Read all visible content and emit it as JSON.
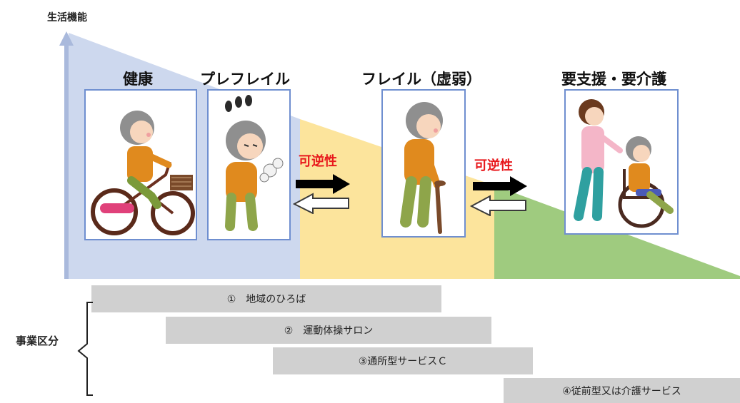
{
  "axis": {
    "y_label": "生活機能"
  },
  "stages": [
    {
      "key": "healthy",
      "label": "健康",
      "figure": "elderly-woman-cycling"
    },
    {
      "key": "pre-frail",
      "label": "プレフレイル",
      "figure": "tired-elderly-woman"
    },
    {
      "key": "frail",
      "label": "フレイル（虚弱）",
      "figure": "elderly-woman-with-cane"
    },
    {
      "key": "care",
      "label": "要支援・要介護",
      "figure": "caregiver-with-wheelchair"
    }
  ],
  "reversibility": {
    "label": "可逆性"
  },
  "colors": {
    "healthy": "#cdd8ee",
    "pre_frail": "#fce49c",
    "frail": "#fce49c",
    "care": "#9fcb7f",
    "axis": "#a9b9dc",
    "bar": "#d0d0d0",
    "reversible": "#e8181c"
  },
  "business": {
    "label": "事業区分",
    "items": [
      {
        "label": "①　地域のひろば"
      },
      {
        "label": "②　運動体操サロン"
      },
      {
        "label": "③通所型サービスＣ"
      },
      {
        "label": "④従前型又は介護サービス"
      }
    ]
  }
}
